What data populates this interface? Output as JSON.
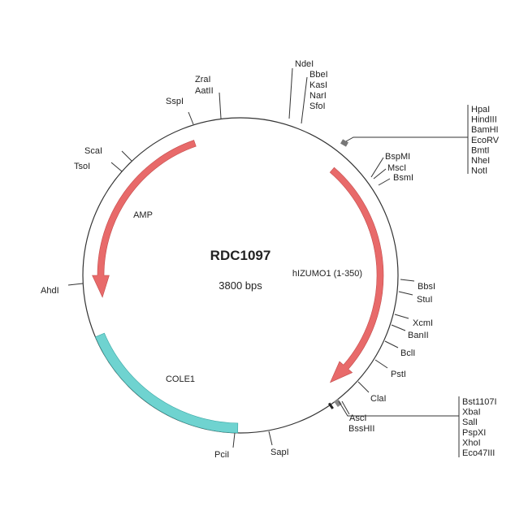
{
  "plasmid": {
    "name": "RDC1097",
    "size": "3800 bps"
  },
  "features": [
    {
      "label": "AMP",
      "color": "#e86a6a"
    },
    {
      "label": "hIZUMO1 (1-350)",
      "color": "#e86a6a"
    },
    {
      "label": "COLE1",
      "color": "#6fd3d0"
    }
  ],
  "sites": {
    "ndei": "NdeI",
    "bbei": "BbeI",
    "kasi": "KasI",
    "nari": "NarI",
    "sfoi": "SfoI",
    "mcs1": [
      "HpaI",
      "HindIII",
      "BamHI",
      "EcoRV",
      "BmtI",
      "NheI",
      "NotI"
    ],
    "bspmi": "BspMI",
    "msci": "MscI",
    "bsmi": "BsmI",
    "bbsi": "BbsI",
    "stui": "StuI",
    "xcmi": "XcmI",
    "banii": "BanII",
    "bcli": "BclI",
    "psti": "PstI",
    "clai": "ClaI",
    "asci": "AscI",
    "bsshii": "BssHII",
    "mcs2": [
      "Bst1107I",
      "XbaI",
      "SalI",
      "PspXI",
      "XhoI",
      "Eco47III"
    ],
    "sapi": "SapI",
    "pcii": "PciI",
    "ahdi": "AhdI",
    "tsoi": "TsoI",
    "scai": "ScaI",
    "sspi": "SspI",
    "aatii": "AatII",
    "zrai": "ZraI"
  }
}
